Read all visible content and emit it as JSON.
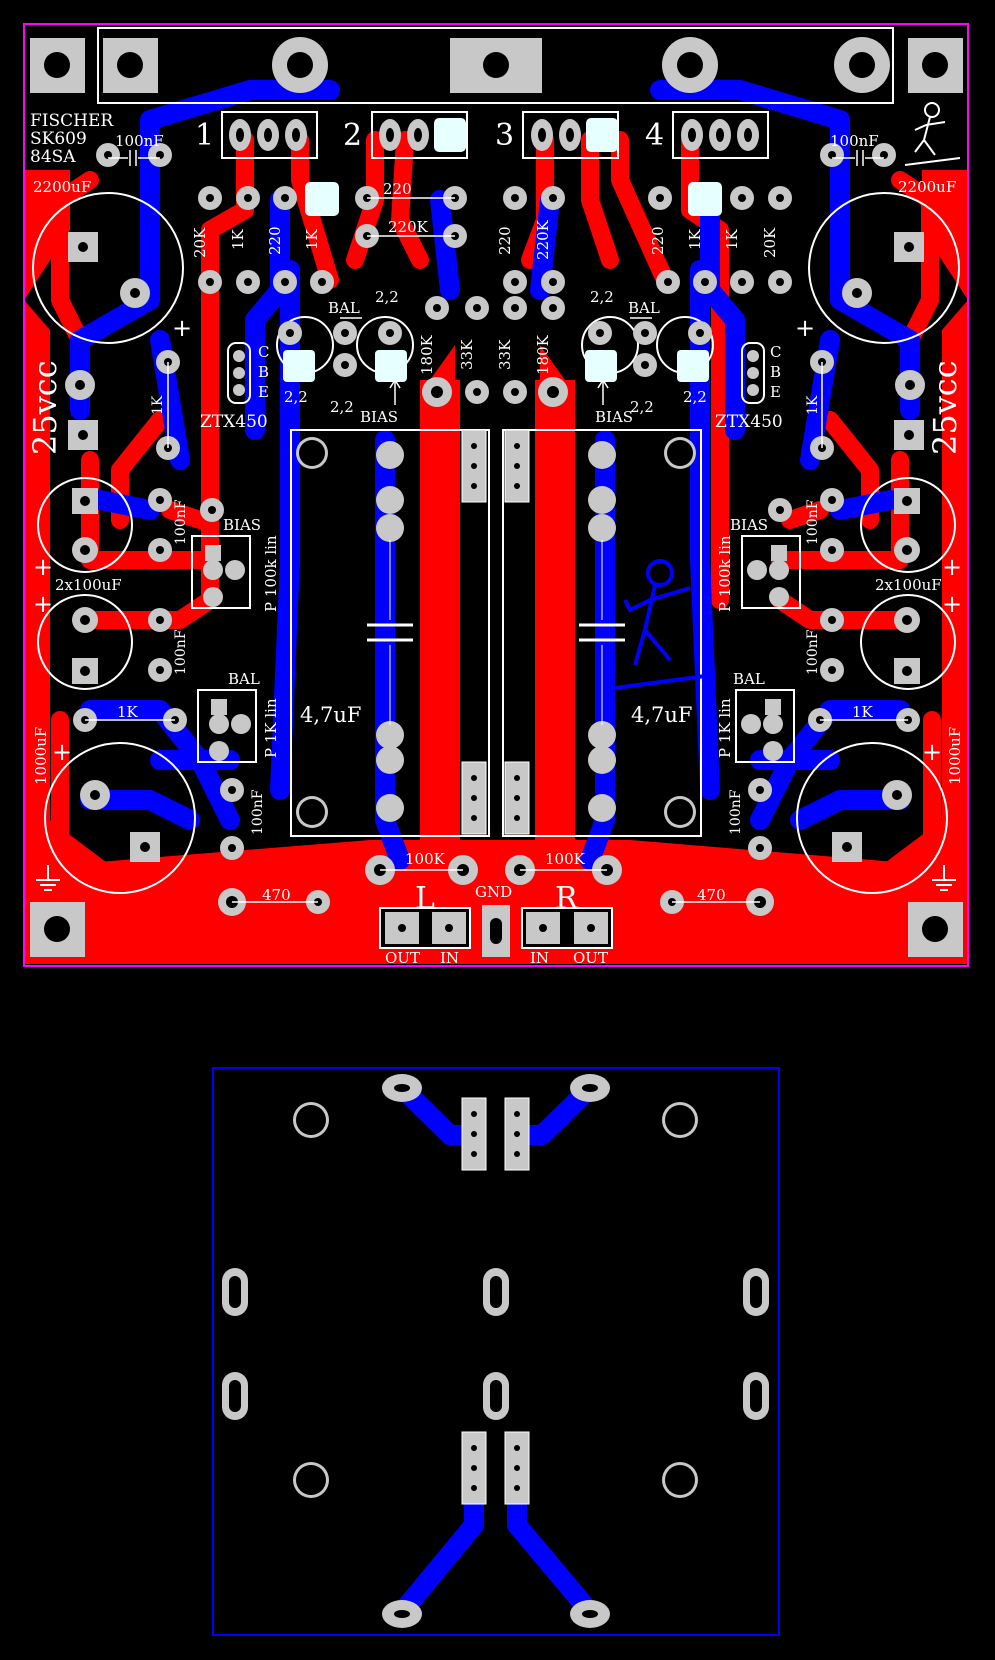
{
  "board": {
    "title_lines": [
      "FISCHER",
      "SK609",
      "84SA"
    ],
    "colors": {
      "background": "#000000",
      "top_copper": "#ff0000",
      "bottom_copper": "#0000ff",
      "pad": "#c8c8c8",
      "silkscreen": "#ffffff",
      "outline": "#ff00ff",
      "smd_pad": "#e6ffff"
    }
  },
  "transistor_numbers": [
    "1",
    "2",
    "3",
    "4"
  ],
  "labels": {
    "cap_100nf": "100nF",
    "cap_2200uf": "2200uF",
    "cap_1000uf": "1000uF",
    "cap_2x100uf": "2x100uF",
    "cap_4u7": "4,7uF",
    "res_20k": "20K",
    "res_1k": "1K",
    "res_220": "220",
    "res_220k": "220K",
    "res_180k": "180K",
    "res_33k": "33K",
    "res_100k": "100K",
    "res_470": "470",
    "res_2u2": "2,2",
    "bal": "BAL",
    "bias": "BIAS",
    "transistor": "ZTX450",
    "cbe": [
      "C",
      "B",
      "E"
    ],
    "vcc": "25vcc",
    "pot_100k": "P 100k lin",
    "pot_1k": "P 1K lin",
    "plus": "+",
    "channel_left": "L",
    "channel_right": "R",
    "gnd": "GND",
    "in": "IN",
    "out": "OUT"
  }
}
